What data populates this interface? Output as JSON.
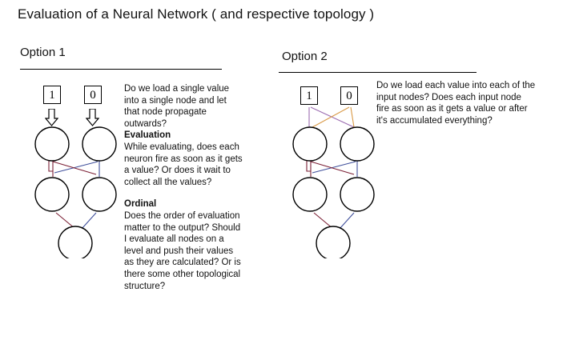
{
  "page": {
    "title": "Evaluation of a Neural Network ( and respective topology )",
    "background_color": "#ffffff",
    "text_color": "#111111"
  },
  "options": [
    {
      "id": "option-1",
      "heading": "Option 1",
      "inputs": [
        {
          "label": "1",
          "indicator": "down-block-arrow"
        },
        {
          "label": "0",
          "indicator": "down-block-arrow"
        }
      ],
      "question": "Do we load a single value into a single node and let that node propagate outwards?",
      "sections": [
        {
          "heading": "Evaluation",
          "body": "While evaluating, does each neuron fire as soon as it gets a value? Or does it wait to collect all the values?"
        },
        {
          "heading": "Ordinal",
          "body": "Does the order of evaluation matter to the output? Should I evaluate all nodes on a level and push their values as they are calculated? Or is there some other topological structure?"
        }
      ],
      "network": {
        "layers": [
          2,
          2,
          1
        ],
        "node_stroke": "#000000",
        "node_fill": "#ffffff",
        "edge_colors": [
          "#7b1f35",
          "#3f4f9b"
        ]
      }
    },
    {
      "id": "option-2",
      "heading": "Option 2",
      "inputs": [
        {
          "label": "1",
          "indicator": "purple-edges"
        },
        {
          "label": "0",
          "indicator": "orange-edges"
        }
      ],
      "question": "Do we load each value into each of the input nodes? Does each input node fire as soon as it gets a value or after it's accumulated everything?",
      "sections": [],
      "network": {
        "layers": [
          2,
          2,
          1
        ],
        "node_stroke": "#000000",
        "node_fill": "#ffffff",
        "input_edge_colors": [
          "#9b6bb0",
          "#d99a47"
        ],
        "edge_colors": [
          "#7b1f35",
          "#3f4f9b"
        ]
      }
    }
  ]
}
